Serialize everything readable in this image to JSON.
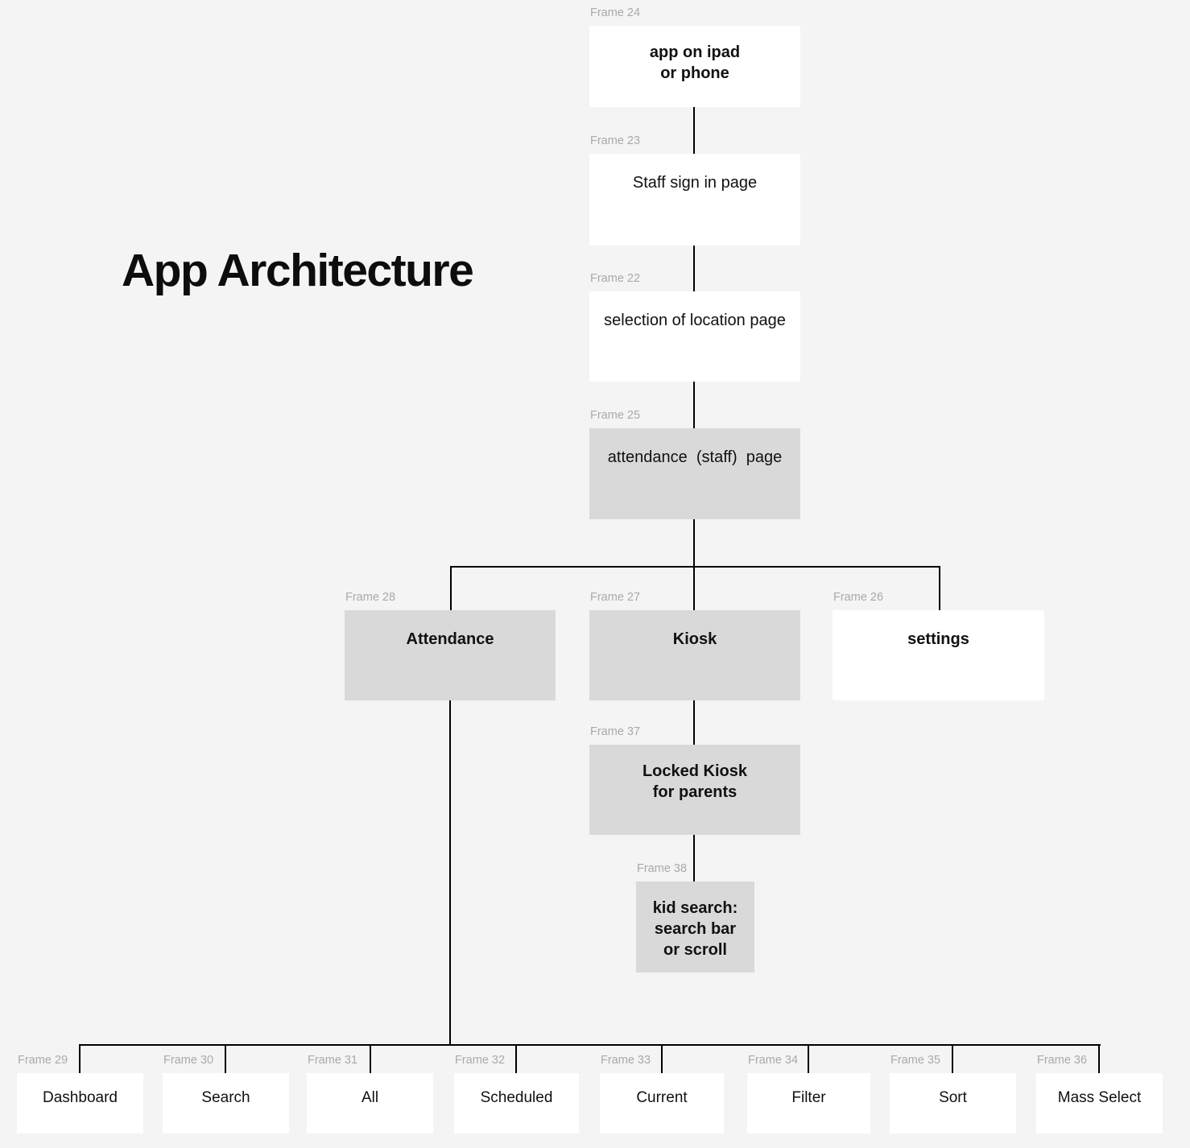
{
  "title": "App Architecture",
  "diagram": {
    "nodes": [
      {
        "frame": "Frame 24",
        "text": "app on ipad\nor phone"
      },
      {
        "frame": "Frame 23",
        "text": "Staff sign in page"
      },
      {
        "frame": "Frame 22",
        "text": "selection of location page"
      },
      {
        "frame": "Frame 25",
        "text": "attendance  (staff)  page"
      },
      {
        "frame": "Frame 28",
        "text": "Attendance"
      },
      {
        "frame": "Frame 27",
        "text": "Kiosk"
      },
      {
        "frame": "Frame 26",
        "text": "settings"
      },
      {
        "frame": "Frame 37",
        "text": "Locked Kiosk\nfor parents"
      },
      {
        "frame": "Frame 38",
        "text": "kid search:\nsearch bar\nor scroll"
      },
      {
        "frame": "Frame 29",
        "text": "Dashboard"
      },
      {
        "frame": "Frame 30",
        "text": "Search"
      },
      {
        "frame": "Frame 31",
        "text": "All"
      },
      {
        "frame": "Frame 32",
        "text": "Scheduled"
      },
      {
        "frame": "Frame 33",
        "text": "Current"
      },
      {
        "frame": "Frame 34",
        "text": "Filter"
      },
      {
        "frame": "Frame 35",
        "text": "Sort"
      },
      {
        "frame": "Frame 36",
        "text": "Mass Select"
      }
    ],
    "colors": {
      "canvas_background": "#f4f4f4",
      "node_white": "#ffffff",
      "node_gray": "#d9d9d9",
      "frame_label": "#a9a9a9",
      "connector": "#000000",
      "text": "#111111"
    }
  }
}
